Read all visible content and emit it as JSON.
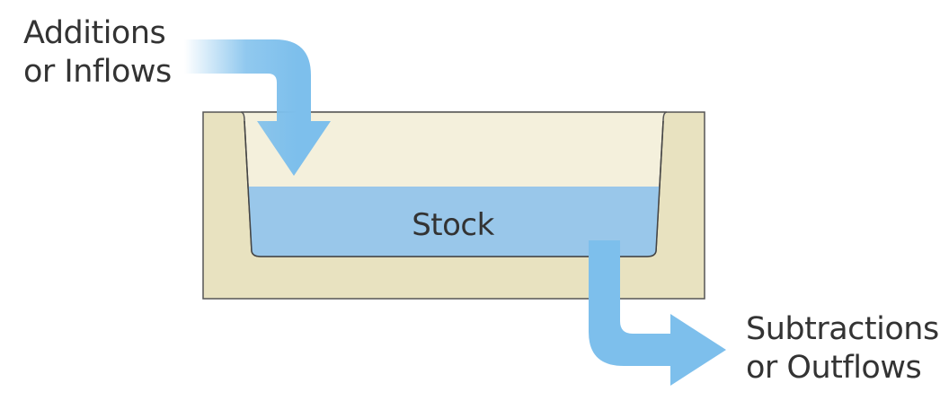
{
  "inflow": {
    "line1": "Additions",
    "line2": "or Inflows"
  },
  "stock": {
    "label": "Stock"
  },
  "outflow": {
    "line1": "Subtractions",
    "line2": "or Outflows"
  },
  "colors": {
    "container": "#e8e2c0",
    "container_stroke": "#555555",
    "basin_air": "#f4f0dc",
    "water": "#99c7ea",
    "arrow": "#7dbfec",
    "text": "#333333"
  }
}
